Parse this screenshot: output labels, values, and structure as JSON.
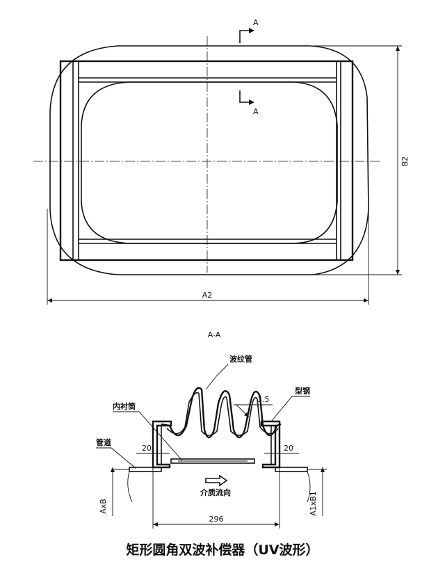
{
  "top_view": {
    "section_marker_top": "A",
    "section_marker_bottom": "A",
    "dim_width": "A2",
    "dim_height": "B2"
  },
  "section_view": {
    "title": "A-A",
    "label_bellows": "波纹管",
    "label_liner": "内衬筒",
    "label_steel": "型钢",
    "label_pipe": "管道",
    "label_flow": "介质流向",
    "dim_thickness": "1.5",
    "dim_left_flange": "20",
    "dim_right_flange": "20",
    "dim_length": "296",
    "dim_left_size": "AxB",
    "dim_right_size": "A1xB1"
  },
  "caption": "矩形圆角双波补偿器（UV波形）"
}
